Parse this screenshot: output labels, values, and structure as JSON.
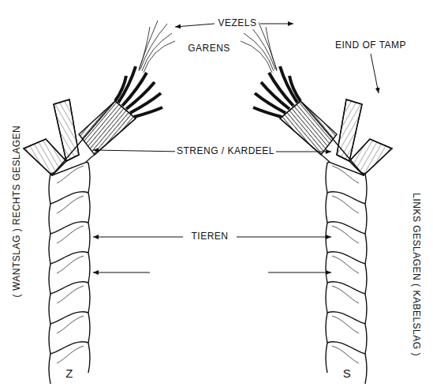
{
  "diagram": {
    "labels": [
      "VEZELS",
      "GARENS",
      "EIND OF TAMP",
      "STRENG / KARDEEL",
      "TIEREN",
      "( WANTSLAG ) RECHTS GESLAGEN",
      "LINKS GESLAGEN ( KABELSLAG )",
      "Z",
      "S"
    ]
  }
}
